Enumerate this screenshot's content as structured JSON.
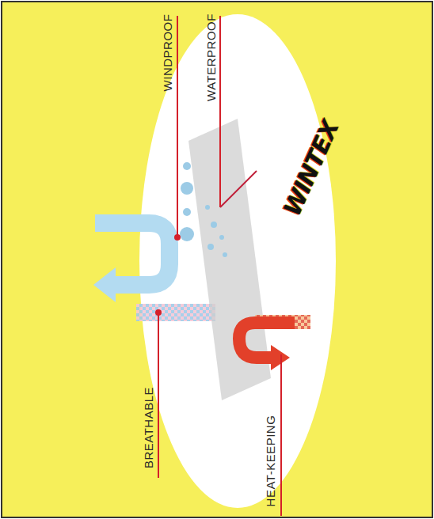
{
  "diagram": {
    "labels": [
      "WINDPROOF",
      "WATERPROOF",
      "BREATHABLE",
      "HEAT-KEEPING",
      "WINTEX"
    ]
  }
}
